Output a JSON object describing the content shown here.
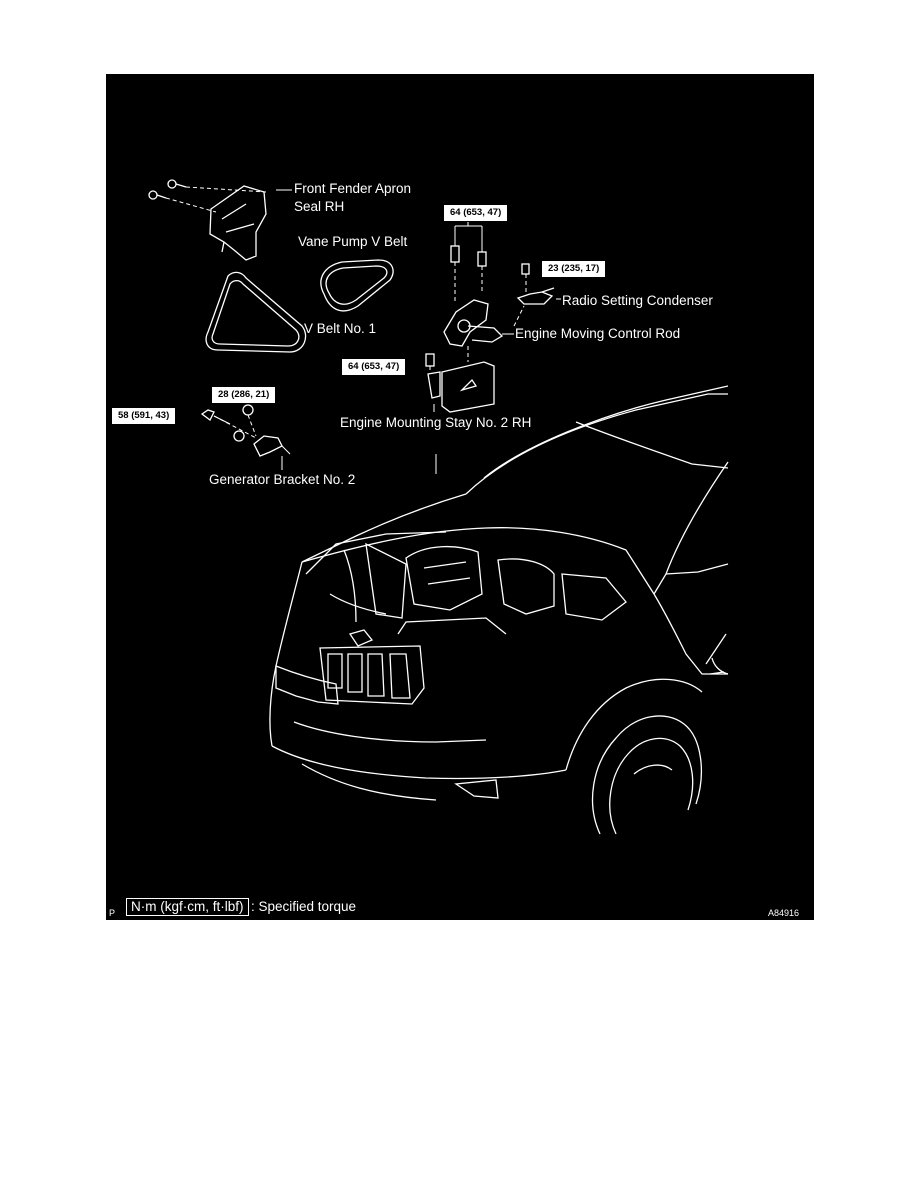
{
  "figure": {
    "part_labels": {
      "front_fender_apron_seal_line1": "Front Fender Apron",
      "front_fender_apron_seal_line2": "Seal RH",
      "vane_pump_v_belt": "Vane Pump V Belt",
      "v_belt_no1": "V Belt No. 1",
      "radio_setting_condenser": "Radio Setting Condenser",
      "engine_moving_control_rod": "Engine Moving Control Rod",
      "engine_mounting_stay_no2_rh": "Engine Mounting Stay No. 2 RH",
      "generator_bracket_no2": "Generator Bracket No. 2"
    },
    "torque_specs": {
      "control_rod_bolts": "64 (653, 47)",
      "condenser_bolt": "23 (235, 17)",
      "mounting_stay_bolt": "64 (653, 47)",
      "generator_nut": "28 (286, 21)",
      "generator_bolt": "58 (591, 43)"
    },
    "legend": {
      "unit_box": "N·m (kgf·cm, ft·lbf)",
      "description": ": Specified torque"
    },
    "corner_left": "P",
    "figure_code": "A84916"
  },
  "colors": {
    "background": "#000000",
    "linework": "#ffffff",
    "page": "#ffffff"
  }
}
